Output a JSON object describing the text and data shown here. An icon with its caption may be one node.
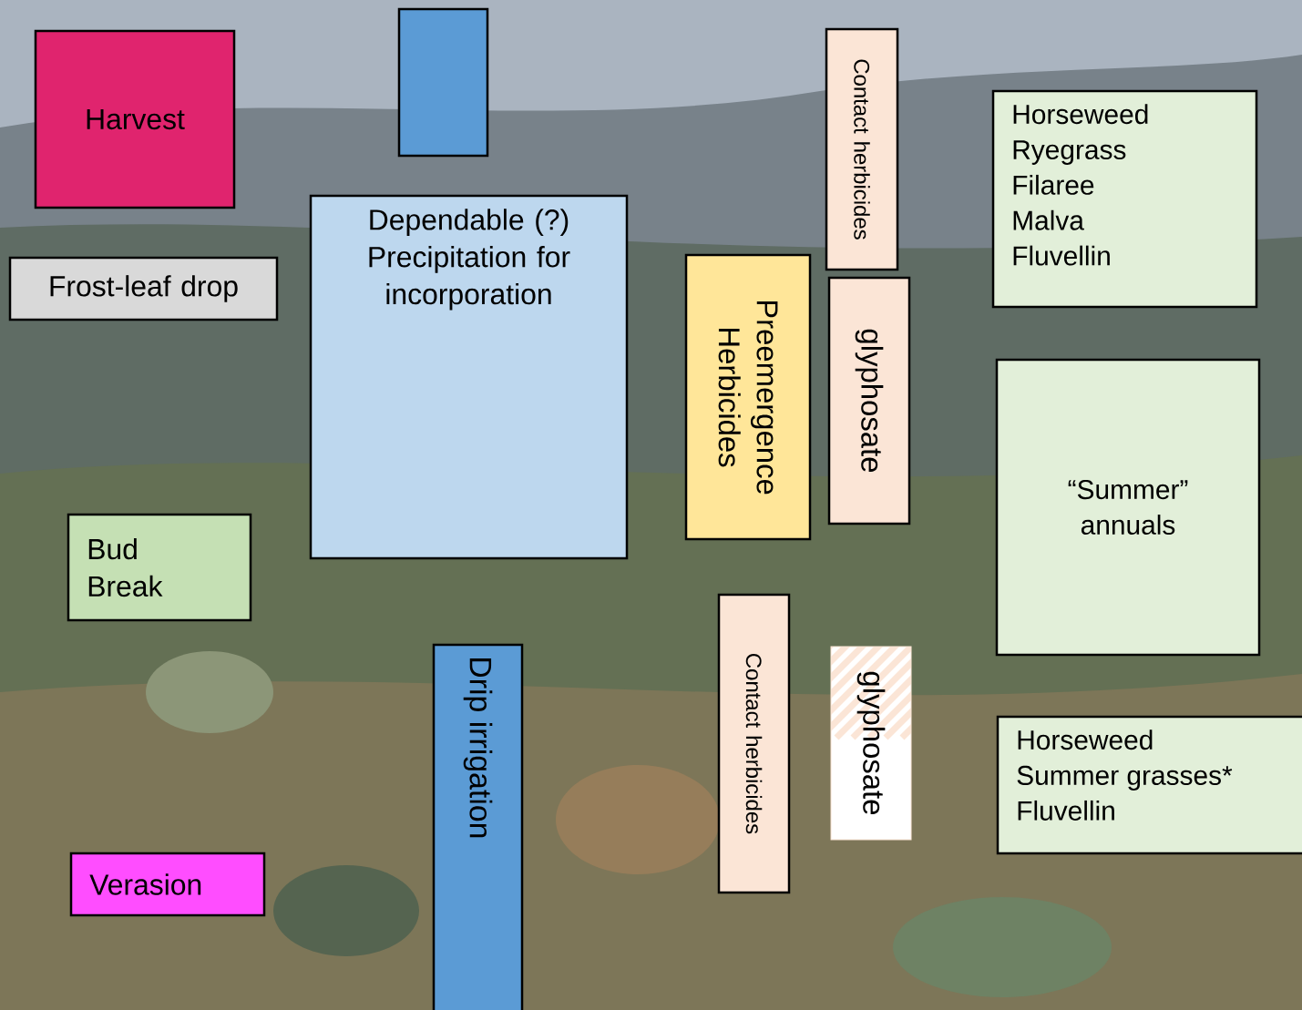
{
  "diagram": {
    "nodes": [
      {
        "text": [
          "Harvest"
        ]
      },
      {
        "text": [],
        "shape": "box"
      },
      {
        "text": [
          "Contact herbicides"
        ]
      },
      {
        "text": [
          "Horseweed",
          "Ryegrass",
          "Filaree",
          "Malva",
          "Fluvellin"
        ]
      },
      {
        "text": [
          "Frost-leaf drop"
        ]
      },
      {
        "text": [
          "Dependable (?) Precipitation for incorporation"
        ]
      },
      {
        "text": [
          "Preemergence Herbicides"
        ]
      },
      {
        "text": [
          "glyphosate"
        ]
      },
      {
        "text": [
          "“Summer” annuals"
        ]
      },
      {
        "text": [
          "Bud Break"
        ]
      },
      {
        "text": [
          "Drip irrigation"
        ]
      },
      {
        "text": [
          "Contact herbicides"
        ]
      },
      {
        "text": [
          "glyphosate"
        ]
      },
      {
        "text": [
          "Horseweed",
          "Summer grasses*",
          "Fluvellin"
        ]
      },
      {
        "text": [
          "Verasion"
        ]
      }
    ]
  }
}
